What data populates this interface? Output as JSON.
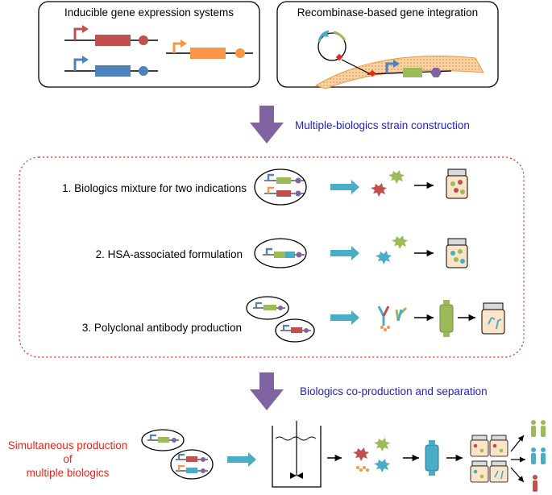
{
  "top_panels": {
    "left_title": "Inducible gene expression systems",
    "right_title": "Recombinase-based gene integration"
  },
  "step_labels": {
    "construction": "Multiple-biologics strain construction",
    "coproduction": "Biologics co-production and separation"
  },
  "applications": [
    {
      "label": "1. Biologics mixture for two indications"
    },
    {
      "label": "2. HSA-associated formulation"
    },
    {
      "label": "3. Polyclonal antibody production"
    }
  ],
  "bottom": {
    "line1": "Simultaneous production",
    "line2": "of",
    "line3": "multiple biologics"
  },
  "colors": {
    "red_gene": "#c0504d",
    "blue_gene": "#4f81bd",
    "orange_gene": "#f79646",
    "green_gene": "#9bbb59",
    "purple_terminator": "#8064a2",
    "teal_arrow": "#4bacc6",
    "big_arrow": "#8064a2",
    "blue_text": "#1f1fd0",
    "red_text": "#e8261c",
    "dashed_border": "#e8261c",
    "cell_wall": "#f2a35a"
  }
}
